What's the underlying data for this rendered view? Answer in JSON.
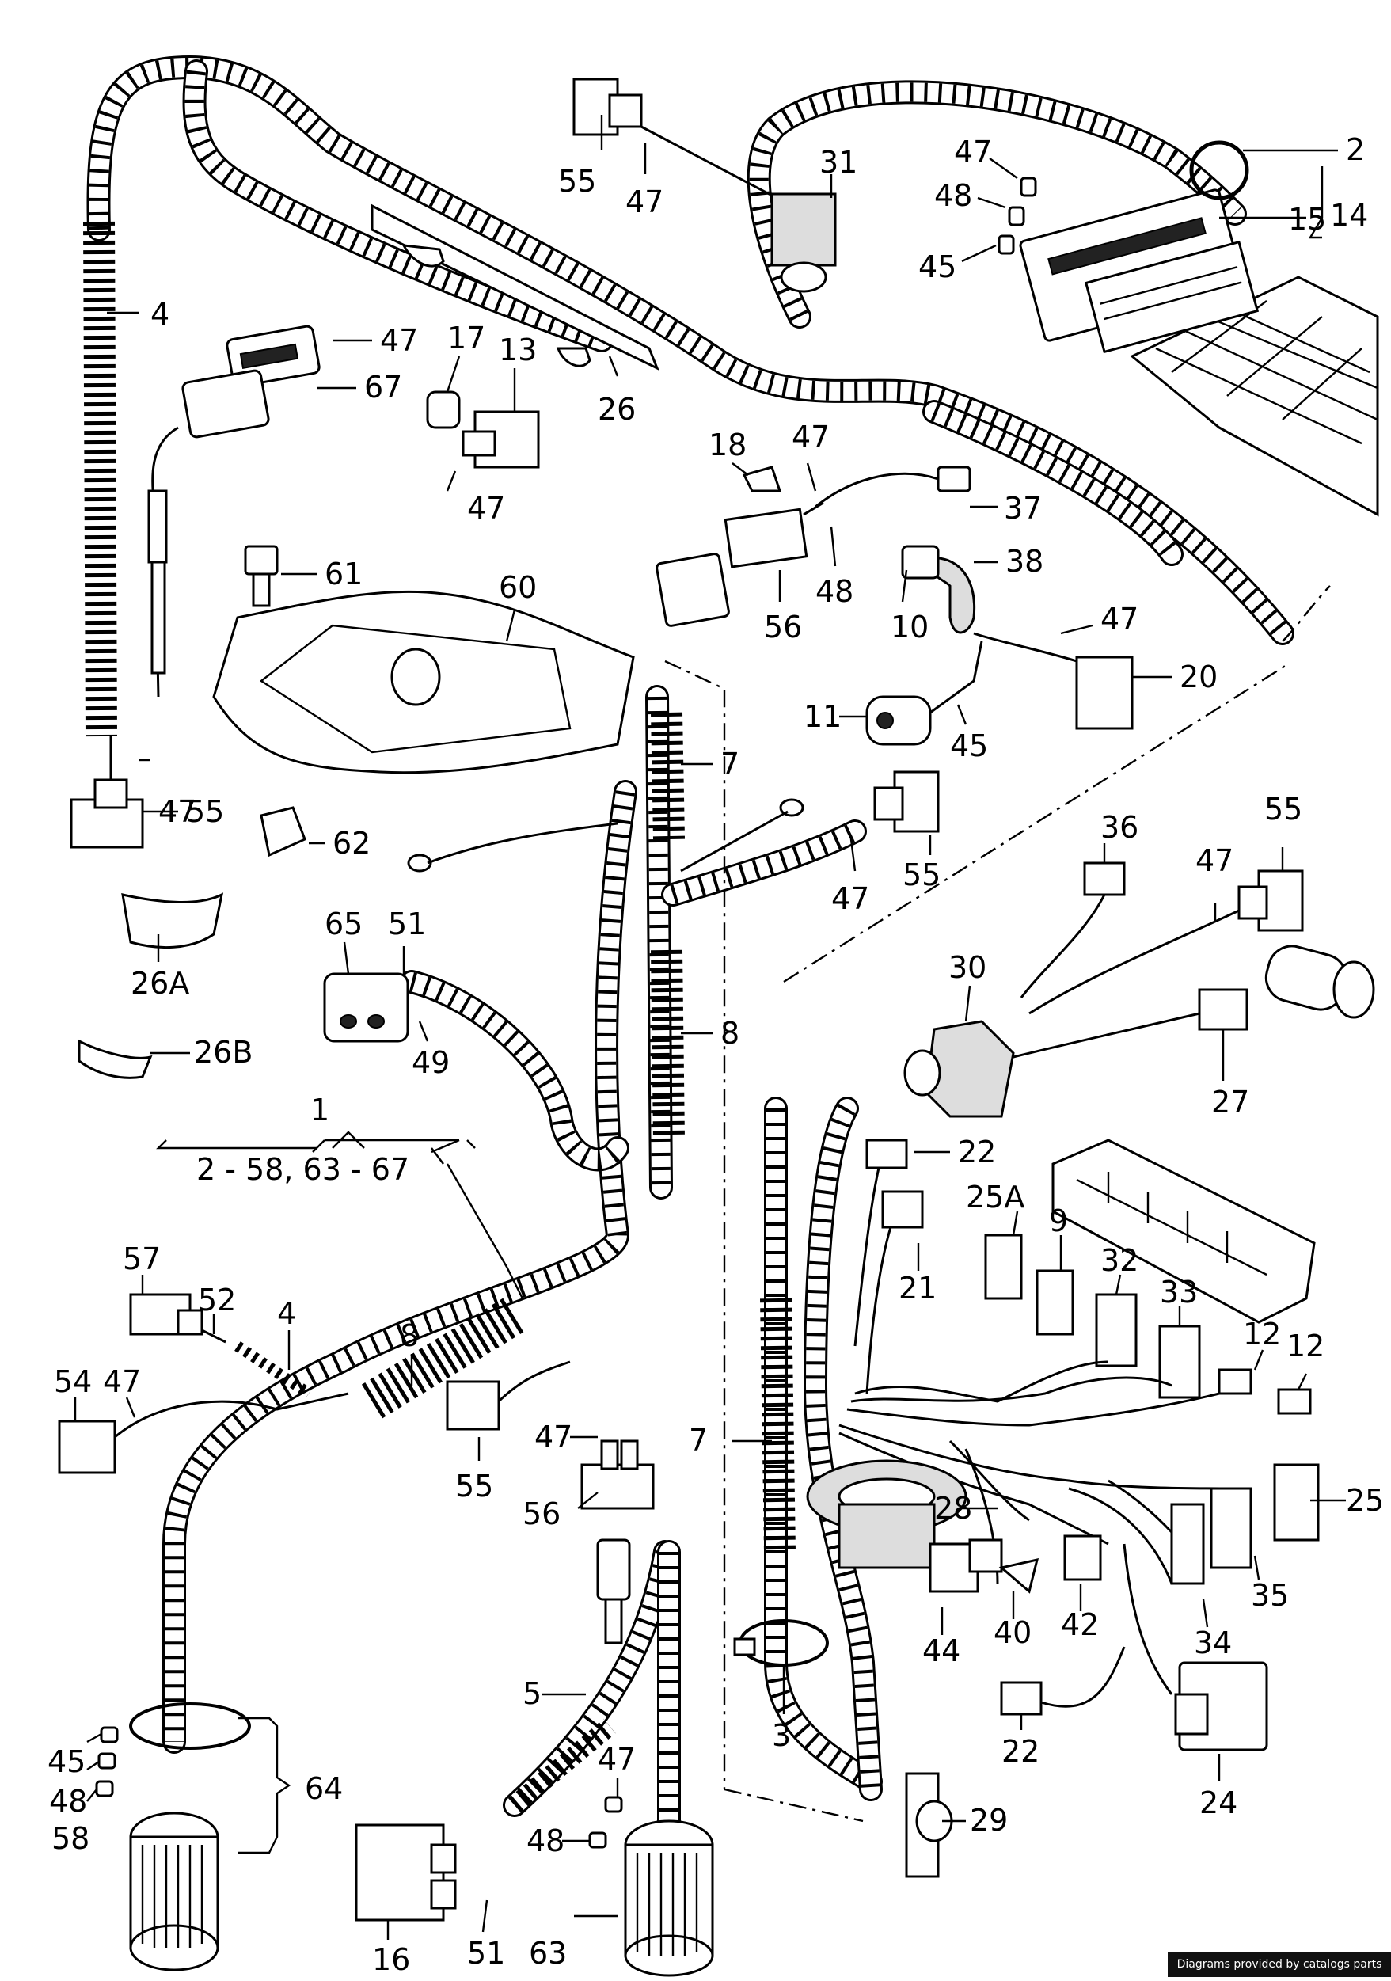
{
  "footer": {
    "text": "Diagrams provided by catalogs parts"
  },
  "diagram": {
    "callouts": [
      {
        "id": "c-2",
        "text": "2"
      },
      {
        "id": "c-14",
        "text": "14"
      },
      {
        "id": "c-15",
        "text": "15"
      },
      {
        "id": "c-47-a",
        "text": "47"
      },
      {
        "id": "c-48-a",
        "text": "48"
      },
      {
        "id": "c-45-a",
        "text": "45"
      },
      {
        "id": "c-55-a",
        "text": "55"
      },
      {
        "id": "c-47-b",
        "text": "47"
      },
      {
        "id": "c-31",
        "text": "31"
      },
      {
        "id": "c-4-a",
        "text": "4"
      },
      {
        "id": "c-47-c",
        "text": "47"
      },
      {
        "id": "c-17",
        "text": "17"
      },
      {
        "id": "c-13",
        "text": "13"
      },
      {
        "id": "c-67",
        "text": "67"
      },
      {
        "id": "c-26",
        "text": "26"
      },
      {
        "id": "c-47-d",
        "text": "47"
      },
      {
        "id": "c-18",
        "text": "18"
      },
      {
        "id": "c-47-e",
        "text": "47"
      },
      {
        "id": "c-37",
        "text": "37"
      },
      {
        "id": "c-61",
        "text": "61"
      },
      {
        "id": "c-60",
        "text": "60"
      },
      {
        "id": "c-38",
        "text": "38"
      },
      {
        "id": "c-48-b",
        "text": "48"
      },
      {
        "id": "c-56-a",
        "text": "56"
      },
      {
        "id": "c-10",
        "text": "10"
      },
      {
        "id": "c-47-f",
        "text": "47"
      },
      {
        "id": "c-20",
        "text": "20"
      },
      {
        "id": "c-11",
        "text": "11"
      },
      {
        "id": "c-45-b",
        "text": "45"
      },
      {
        "id": "c-47-g",
        "text": "47"
      },
      {
        "id": "c-55-b",
        "text": "55"
      },
      {
        "id": "c-7-a",
        "text": "7"
      },
      {
        "id": "c-62",
        "text": "62"
      },
      {
        "id": "c-47-h",
        "text": "47"
      },
      {
        "id": "c-55-c",
        "text": "55"
      },
      {
        "id": "c-26A",
        "text": "26A"
      },
      {
        "id": "c-36",
        "text": "36"
      },
      {
        "id": "c-47-i",
        "text": "47"
      },
      {
        "id": "c-55-d",
        "text": "55"
      },
      {
        "id": "c-65",
        "text": "65"
      },
      {
        "id": "c-51-a",
        "text": "51"
      },
      {
        "id": "c-30",
        "text": "30"
      },
      {
        "id": "c-49",
        "text": "49"
      },
      {
        "id": "c-26B",
        "text": "26B"
      },
      {
        "id": "c-8-a",
        "text": "8"
      },
      {
        "id": "c-27",
        "text": "27"
      },
      {
        "id": "c-1",
        "text": "1"
      },
      {
        "id": "c-range",
        "text": "2 - 58, 63 - 67"
      },
      {
        "id": "c-22-a",
        "text": "22"
      },
      {
        "id": "c-25A",
        "text": "25A"
      },
      {
        "id": "c-9",
        "text": "9"
      },
      {
        "id": "c-32",
        "text": "32"
      },
      {
        "id": "c-21",
        "text": "21"
      },
      {
        "id": "c-33",
        "text": "33"
      },
      {
        "id": "c-57",
        "text": "57"
      },
      {
        "id": "c-52",
        "text": "52"
      },
      {
        "id": "c-4-b",
        "text": "4"
      },
      {
        "id": "c-8-b",
        "text": "8"
      },
      {
        "id": "c-12-a",
        "text": "12"
      },
      {
        "id": "c-12-b",
        "text": "12"
      },
      {
        "id": "c-54",
        "text": "54"
      },
      {
        "id": "c-47-j",
        "text": "47"
      },
      {
        "id": "c-47-k",
        "text": "47"
      },
      {
        "id": "c-7-b",
        "text": "7"
      },
      {
        "id": "c-55-e",
        "text": "55"
      },
      {
        "id": "c-56-b",
        "text": "56"
      },
      {
        "id": "c-28",
        "text": "28"
      },
      {
        "id": "c-25",
        "text": "25"
      },
      {
        "id": "c-35",
        "text": "35"
      },
      {
        "id": "c-44",
        "text": "44"
      },
      {
        "id": "c-40",
        "text": "40"
      },
      {
        "id": "c-42",
        "text": "42"
      },
      {
        "id": "c-34",
        "text": "34"
      },
      {
        "id": "c-5",
        "text": "5"
      },
      {
        "id": "c-3",
        "text": "3"
      },
      {
        "id": "c-22-b",
        "text": "22"
      },
      {
        "id": "c-45-c",
        "text": "45"
      },
      {
        "id": "c-64",
        "text": "64"
      },
      {
        "id": "c-48-c",
        "text": "48"
      },
      {
        "id": "c-58",
        "text": "58"
      },
      {
        "id": "c-47-l",
        "text": "47"
      },
      {
        "id": "c-48-d",
        "text": "48"
      },
      {
        "id": "c-24",
        "text": "24"
      },
      {
        "id": "c-29",
        "text": "29"
      },
      {
        "id": "c-51-b",
        "text": "51"
      },
      {
        "id": "c-63",
        "text": "63"
      },
      {
        "id": "c-16",
        "text": "16"
      }
    ]
  }
}
